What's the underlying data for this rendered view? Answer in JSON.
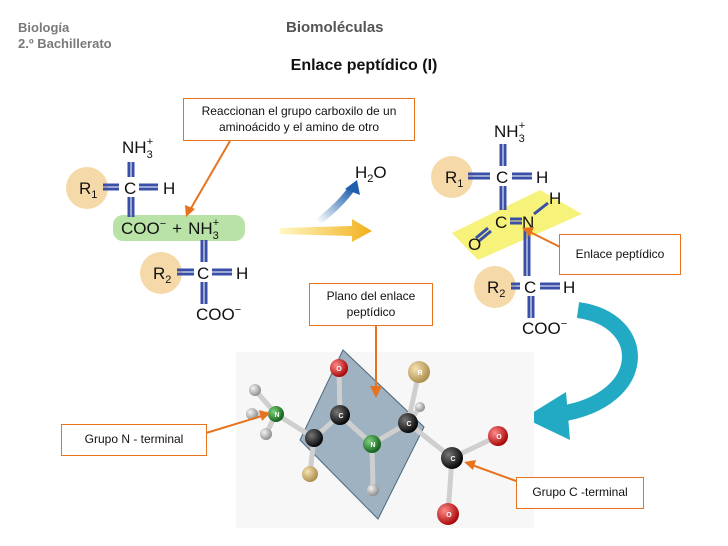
{
  "header": {
    "subject": "Biología",
    "course": "2.º Bachillerato",
    "topic": "Biomoléculas"
  },
  "title": "Enlace peptídico (I)",
  "callouts": {
    "reaction": "Reaccionan el grupo carboxilo de un aminoácido y el amino de otro",
    "peptide_bond": "Enlace peptídico",
    "plane": "Plano del enlace peptídico",
    "n_terminal": "Grupo N - terminal",
    "c_terminal": "Grupo C -terminal"
  },
  "reactants": {
    "aa1": {
      "group": "NH",
      "group_sub": "3",
      "group_sup": "+",
      "r": "R",
      "r_sub": "1",
      "c": "C",
      "h": "H"
    },
    "junction": {
      "carboxyl": "COO",
      "carboxyl_sup": "−",
      "plus": "+",
      "amino": "NH",
      "amino_sub": "3",
      "amino_sup": "+"
    },
    "aa2": {
      "r": "R",
      "r_sub": "2",
      "c": "C",
      "h": "H",
      "carboxyl": "COO",
      "carboxyl_sup": "−"
    }
  },
  "water": {
    "h": "H",
    "sub": "2",
    "o": "O"
  },
  "product": {
    "amino": "NH",
    "amino_sub": "3",
    "amino_sup": "+",
    "r1": "R",
    "r1_sub": "1",
    "c": "C",
    "h": "H",
    "bond_c": "C",
    "bond_n": "N",
    "bond_o": "O",
    "bond_h": "H",
    "r2": "R",
    "r2_sub": "2",
    "carboxyl": "COO",
    "carboxyl_sup": "−"
  },
  "atoms_3d": {
    "c": "C",
    "n": "N",
    "o": "O",
    "r": "R"
  },
  "colors": {
    "callout_border": "#e8731e",
    "r_circle": "#f6d9a8",
    "highlight_green": "#b9e3a6",
    "highlight_yellow": "#f7f27a",
    "bond": "#3a4fa8",
    "plane": "#6f8ea6",
    "teal_arrow": "#22a9c4"
  }
}
